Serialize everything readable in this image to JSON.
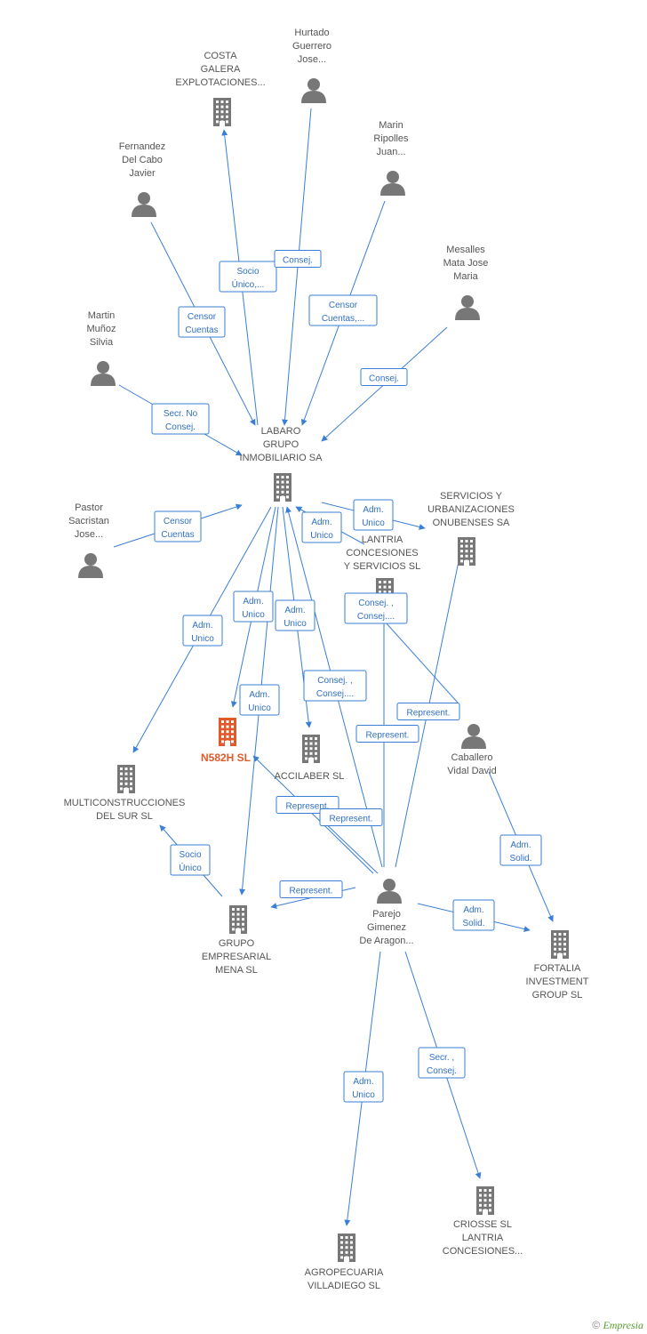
{
  "colors": {
    "edge": "#3a7fd5",
    "node": "#777777",
    "main": "#e05a2b"
  },
  "nodes": [
    {
      "id": "costa",
      "type": "company",
      "lines": [
        "COSTA",
        "GALERA",
        "EXPLOTACIONES..."
      ]
    },
    {
      "id": "hurtado",
      "type": "person",
      "lines": [
        "Hurtado",
        "Guerrero",
        "Jose..."
      ]
    },
    {
      "id": "fernandez",
      "type": "person",
      "lines": [
        "Fernandez",
        "Del Cabo",
        "Javier"
      ]
    },
    {
      "id": "marinr",
      "type": "person",
      "lines": [
        "Marin",
        "Ripolles",
        "Juan..."
      ]
    },
    {
      "id": "mesalles",
      "type": "person",
      "lines": [
        "Mesalles",
        "Mata Jose",
        "Maria"
      ]
    },
    {
      "id": "martin",
      "type": "person",
      "lines": [
        "Martin",
        "Muñoz",
        "Silvia"
      ]
    },
    {
      "id": "labaro",
      "type": "company",
      "lines": [
        "LABARO",
        "GRUPO",
        "INMOBILIARIO SA"
      ]
    },
    {
      "id": "pastor",
      "type": "person",
      "lines": [
        "Pastor",
        "Sacristan",
        "Jose..."
      ]
    },
    {
      "id": "servicios",
      "type": "company",
      "lines": [
        "SERVICIOS Y",
        "URBANIZACIONES",
        "ONUBENSES SA"
      ]
    },
    {
      "id": "lantria",
      "type": "company",
      "lines": [
        "LANTRIA",
        "CONCESIONES",
        "Y SERVICIOS SL"
      ]
    },
    {
      "id": "n582h",
      "type": "main",
      "lines": [
        "N582H SL"
      ]
    },
    {
      "id": "accilaber",
      "type": "company",
      "lines": [
        "ACCILABER SL"
      ]
    },
    {
      "id": "caballero",
      "type": "person",
      "lines": [
        "Caballero",
        "Vidal David"
      ]
    },
    {
      "id": "multi",
      "type": "company",
      "lines": [
        "MULTICONSTRUCCIONES",
        "DEL SUR SL"
      ]
    },
    {
      "id": "grupoemp",
      "type": "company",
      "lines": [
        "GRUPO",
        "EMPRESARIAL",
        "MENA SL"
      ]
    },
    {
      "id": "parejo",
      "type": "person",
      "lines": [
        "Parejo",
        "Gimenez",
        "De Aragon..."
      ]
    },
    {
      "id": "fortalia",
      "type": "company",
      "lines": [
        "FORTALIA",
        "INVESTMENT",
        "GROUP SL"
      ]
    },
    {
      "id": "criosse",
      "type": "company",
      "lines": [
        "CRIOSSE SL",
        "LANTRIA",
        "CONCESIONES..."
      ]
    },
    {
      "id": "agro",
      "type": "company",
      "lines": [
        "AGROPECUARIA",
        "VILLADIEGO SL"
      ]
    }
  ],
  "edges": [
    {
      "from": "labaro",
      "to": "costa",
      "label": [
        "Socio",
        "Único,..."
      ]
    },
    {
      "from": "hurtado",
      "to": "labaro",
      "label": [
        "Consej."
      ]
    },
    {
      "from": "fernandez",
      "to": "labaro",
      "label": [
        "Censor",
        "Cuentas"
      ]
    },
    {
      "from": "marinr",
      "to": "labaro",
      "label": [
        "Censor",
        "Cuentas,..."
      ]
    },
    {
      "from": "mesalles",
      "to": "labaro",
      "label": [
        "Consej."
      ]
    },
    {
      "from": "martin",
      "to": "labaro",
      "label": [
        "Secr.  No",
        "Consej."
      ]
    },
    {
      "from": "pastor",
      "to": "labaro",
      "label": [
        "Censor",
        "Cuentas"
      ]
    },
    {
      "from": "labaro",
      "to": "servicios",
      "label": [
        "Adm.",
        "Unico"
      ]
    },
    {
      "from": "lantria",
      "to": "labaro",
      "label": [
        "Adm.",
        "Unico"
      ]
    },
    {
      "from": "labaro",
      "to": "multi",
      "label": [
        "Adm.",
        "Unico"
      ]
    },
    {
      "from": "labaro",
      "to": "n582h",
      "label": [
        "Adm.",
        "Unico"
      ]
    },
    {
      "from": "labaro",
      "to": "accilaber",
      "label": [
        "Adm.",
        "Unico"
      ]
    },
    {
      "from": "labaro",
      "to": "grupoemp",
      "label": [
        "Adm.",
        "Unico"
      ]
    },
    {
      "from": "parejo",
      "to": "labaro",
      "label": [
        "Consej. ,",
        "Consej...."
      ]
    },
    {
      "from": "parejo",
      "to": "lantria",
      "label": [
        "Consej. ,",
        "Consej...."
      ]
    },
    {
      "from": "parejo",
      "to": "servicios",
      "label": [
        "Represent."
      ]
    },
    {
      "from": "caballero",
      "to": "lantria",
      "label": [
        "Represent."
      ]
    },
    {
      "from": "parejo",
      "to": "n582h",
      "label": [
        "Represent."
      ]
    },
    {
      "from": "parejo",
      "to": "accilaber",
      "label": [
        "Represent."
      ]
    },
    {
      "from": "grupoemp",
      "to": "multi",
      "label": [
        "Socio",
        "Único"
      ]
    },
    {
      "from": "parejo",
      "to": "grupoemp",
      "label": [
        "Represent."
      ]
    },
    {
      "from": "caballero",
      "to": "fortalia",
      "label": [
        "Adm.",
        "Solid."
      ]
    },
    {
      "from": "parejo",
      "to": "fortalia",
      "label": [
        "Adm.",
        "Solid."
      ]
    },
    {
      "from": "parejo",
      "to": "criosse",
      "label": [
        "Secr. ,",
        "Consej."
      ]
    },
    {
      "from": "parejo",
      "to": "agro",
      "label": [
        "Adm.",
        "Unico"
      ]
    }
  ],
  "footer": {
    "copyright": "©",
    "brand": "Empresia"
  }
}
